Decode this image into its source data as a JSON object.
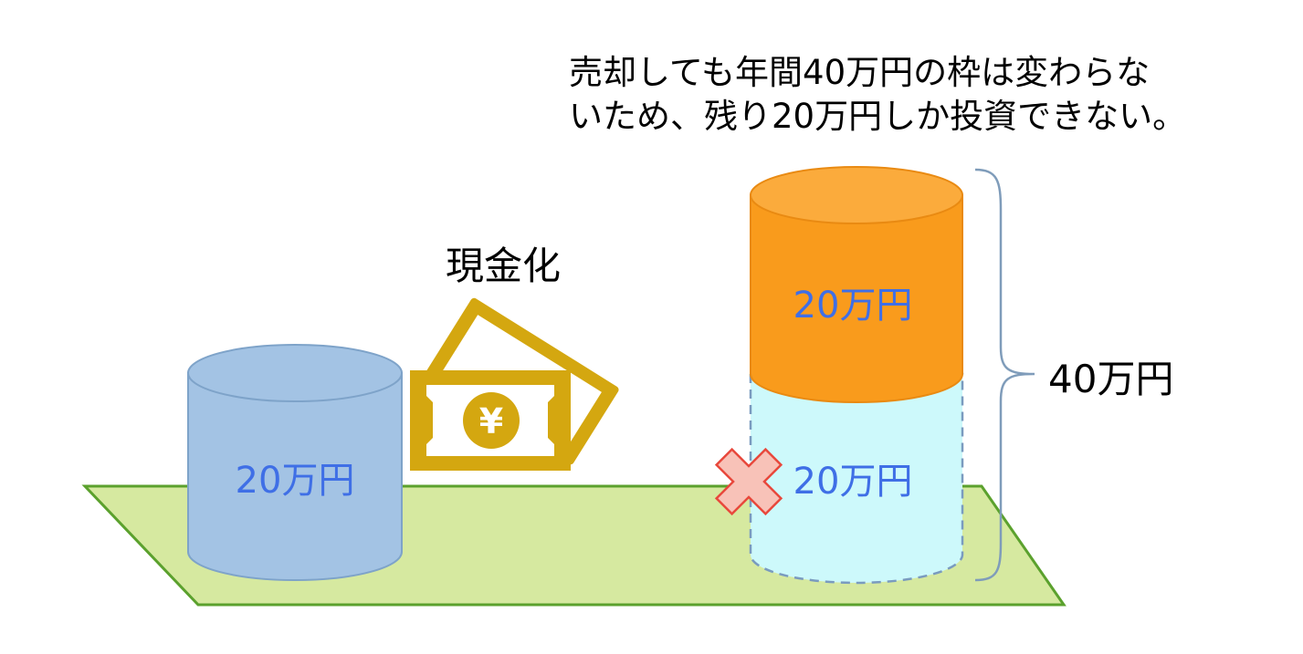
{
  "caption": {
    "line1": "売却しても年間40万円の枠は変わらな",
    "line2": "いため、残り20万円しか投資できない。"
  },
  "cash_label": "現金化",
  "left_cylinder": {
    "label": "20万円"
  },
  "right_top_cylinder": {
    "label": "20万円"
  },
  "right_bottom_cylinder": {
    "label": "20万円"
  },
  "total_label": "40万円",
  "banknote_symbol": "¥",
  "icons": {
    "banknote": "yen-banknote-icon",
    "cross": "cross-mark-icon",
    "brace": "right-brace"
  },
  "colors": {
    "text": "#000000",
    "amount_text": "#3f6fe6",
    "ground_fill": "#d6e9a0",
    "ground_stroke": "#5ba12d",
    "left_cyl_fill": "#a3c3e4",
    "left_cyl_stroke": "#7ea3c9",
    "orange_fill": "#f99b1c",
    "orange_top": "#fbab3c",
    "orange_stroke": "#e98a12",
    "empty_fill": "#cdf9fb",
    "empty_stroke": "#7a9bbf",
    "banknote": "#d4a710",
    "cross_fill": "#f8c2b8",
    "cross_stroke": "#e8483c",
    "brace": "#7f9cba"
  }
}
